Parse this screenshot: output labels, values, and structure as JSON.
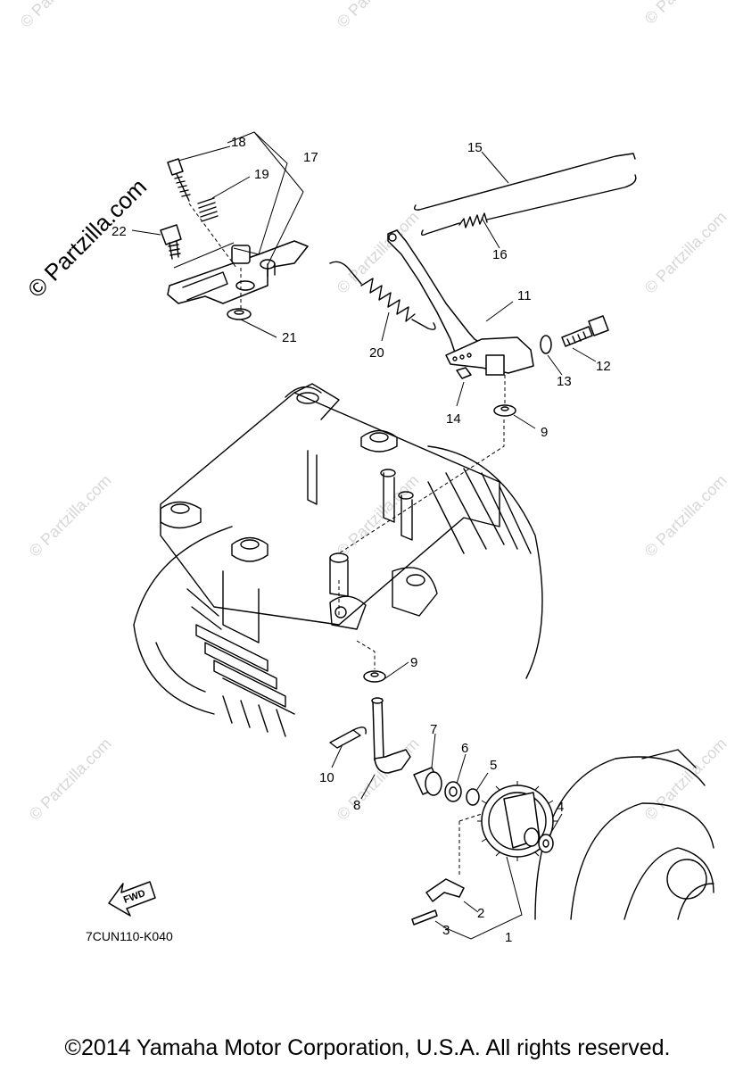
{
  "watermark": {
    "main": "© Partzilla.com",
    "tile": "© Partzilla.com"
  },
  "callouts": {
    "c1": "1",
    "c2": "2",
    "c3": "3",
    "c4": "4",
    "c5": "5",
    "c6": "6",
    "c7": "7",
    "c8": "8",
    "c9a": "9",
    "c9b": "9",
    "c10": "10",
    "c11": "11",
    "c12": "12",
    "c13": "13",
    "c14": "14",
    "c15": "15",
    "c16": "16",
    "c17": "17",
    "c18": "18",
    "c19": "19",
    "c20": "20",
    "c21": "21",
    "c22": "22"
  },
  "fwd_label": "FWD",
  "diagram_code": "7CUN110-K040",
  "footer": "©2014  Yamaha Motor Corporation, U.S.A. All rights reserved."
}
